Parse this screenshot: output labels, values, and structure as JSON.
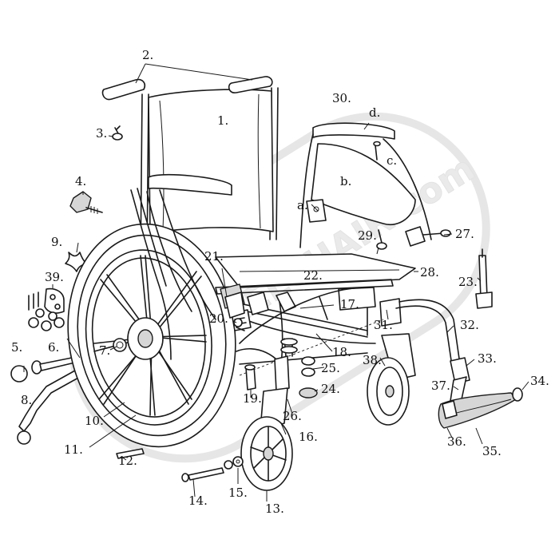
{
  "diagram": {
    "watermark": "1800WHEELCHAIR.com",
    "colors": {
      "line": "#1a1a1a",
      "fill": "#ffffff",
      "shade": "#d6d6d6",
      "watermark": "#e4e4e4"
    },
    "labels": {
      "l1": "1.",
      "l2": "2.",
      "l3": "3.",
      "l4": "4.",
      "l5": "5.",
      "l6": "6.",
      "l7": "7.",
      "l8": "8.",
      "l9": "9.",
      "l10": "10.",
      "l11": "11.",
      "l12": "12.",
      "l13": "13.",
      "l14": "14.",
      "l15": "15.",
      "l16": "16.",
      "l17": "17.",
      "l18": "18.",
      "l19": "19.",
      "l20": "20.",
      "l21": "21.",
      "l22": "22.",
      "l23": "23.",
      "l24": "24.",
      "l25": "25.",
      "l26": "26.",
      "l27": "27.",
      "l28": "28.",
      "l29": "29.",
      "l30": "30.",
      "l31": "31.",
      "l32": "32.",
      "l33": "33.",
      "l34": "34.",
      "l35": "35.",
      "l36": "36.",
      "l37": "37.",
      "l38": "38.",
      "l39": "39.",
      "la": "a.",
      "lb": "b.",
      "lc": "c.",
      "ld": "d."
    }
  }
}
